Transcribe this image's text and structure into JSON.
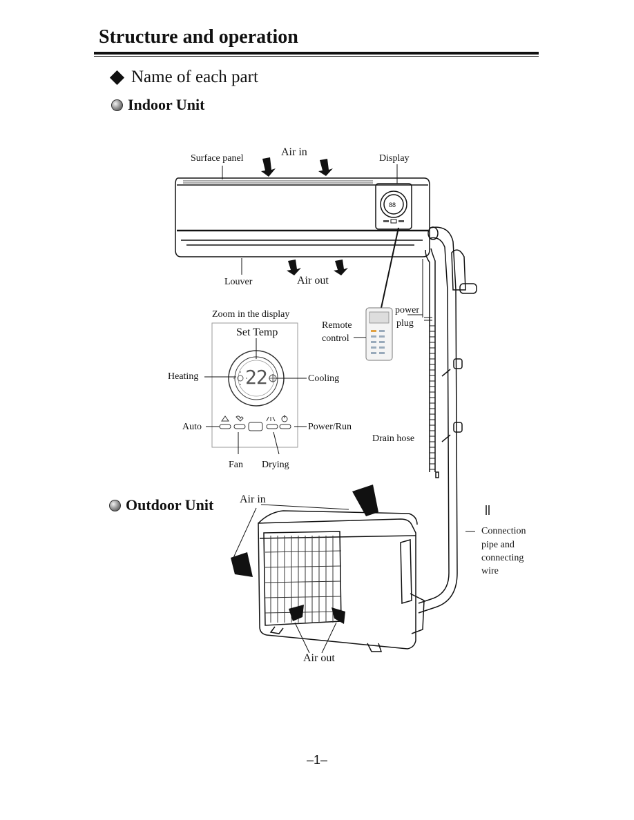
{
  "header": {
    "title": "Structure and operation"
  },
  "subheading": "Name of each part",
  "indoor": {
    "heading": "Indoor Unit",
    "labels": {
      "surface_panel": "Surface panel",
      "air_in": "Air in",
      "display": "Display",
      "louver": "Louver",
      "air_out": "Air out",
      "remote_control_1": "Remote",
      "remote_control_2": "control",
      "power_plug_1": "power",
      "power_plug_2": "plug",
      "drain_hose": "Drain hose"
    },
    "display_zoom": {
      "title": "Zoom in the display",
      "set_temp": "Set Temp",
      "temp_value": "22",
      "heating": "Heating",
      "cooling": "Cooling",
      "auto": "Auto",
      "power_run": "Power/Run",
      "fan": "Fan",
      "drying": "Drying"
    }
  },
  "outdoor": {
    "heading": "Outdoor Unit",
    "labels": {
      "air_in": "Air in",
      "air_out": "Air out",
      "connection_1": "Connection",
      "connection_2": "pipe and",
      "connection_3": "connecting",
      "connection_4": "wire"
    }
  },
  "footer": {
    "page_number": "–1–"
  }
}
